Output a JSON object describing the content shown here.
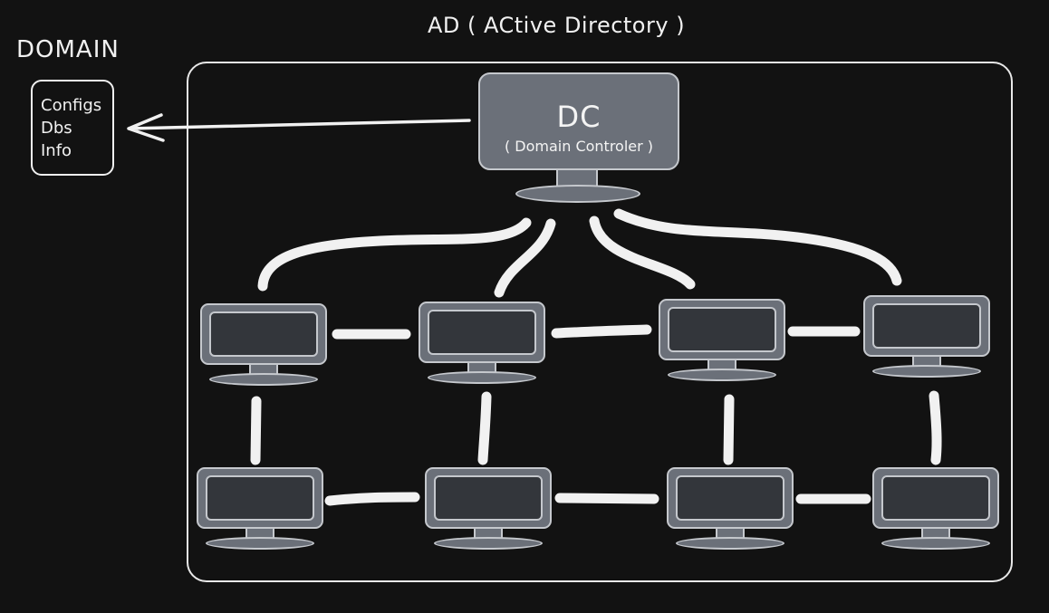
{
  "diagram": {
    "title": "AD ( ACtive Directory )",
    "domain": {
      "title": "DOMAIN",
      "items": [
        "Configs",
        "Dbs",
        "Info"
      ]
    },
    "domain_controller": {
      "title": "DC",
      "subtitle": "( Domain Controler )"
    },
    "colors": {
      "background": "#121212",
      "line": "#f1f1f1",
      "device_body": "#6b7079",
      "device_screen": "#33363b"
    },
    "icons": {
      "device": "monitor-icon",
      "pointer": "arrow-left-icon"
    }
  }
}
